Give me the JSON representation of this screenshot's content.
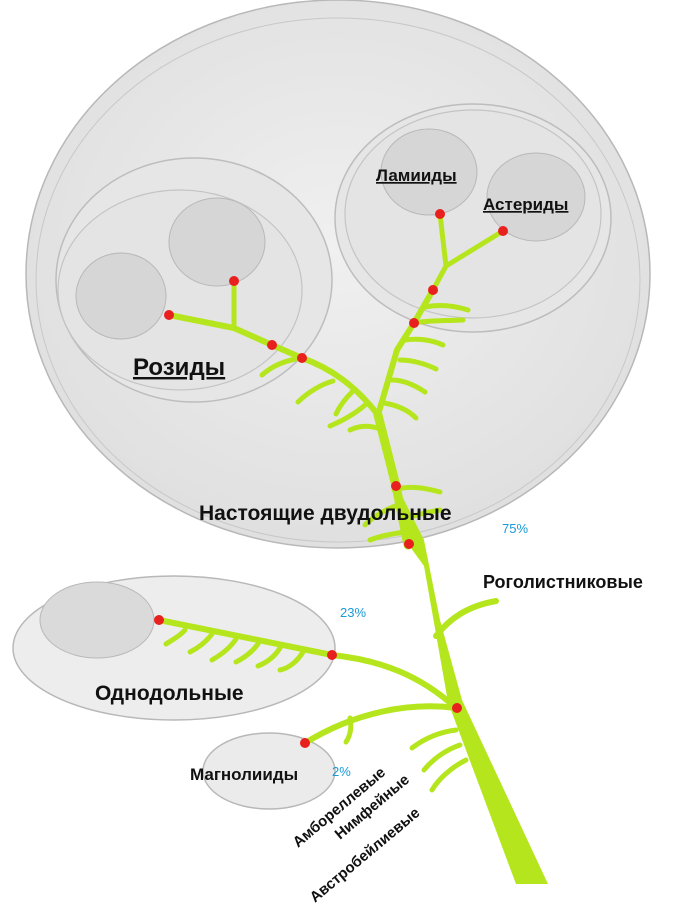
{
  "labels": {
    "rosids": "Розиды",
    "lamiids": "Ламииды",
    "asterids": "Астериды",
    "eudicots": "Настоящие двудольные",
    "ceratophyllales": "Роголистниковые",
    "monocots": "Однодольные",
    "magnoliids": "Магнолииды",
    "amborellales": "Амбореллевые",
    "nymphaeales": "Нимфейные",
    "austrobaileyales": "Австробейлиевые"
  },
  "percentages": {
    "eudicots": "75%",
    "monocots": "23%",
    "magnoliids": "2%"
  },
  "colors": {
    "branch": "#b5e61d",
    "node": "#e8201e",
    "ellipse_fill": "#e9e9e9",
    "ellipse_inner": "#d9d9d9",
    "ellipse_stroke": "#b8b8b8",
    "percent_text": "#1a9ad6"
  }
}
